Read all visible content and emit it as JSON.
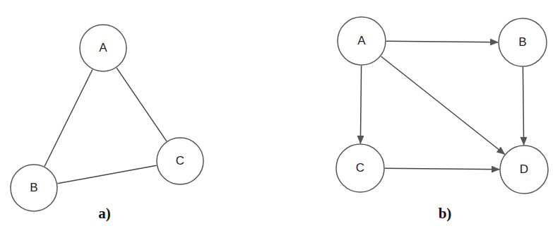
{
  "diagram": {
    "nodes": [
      {
        "text": [
          "A"
        ]
      },
      {
        "text": [
          "B"
        ]
      },
      {
        "text": [
          "C"
        ]
      },
      {
        "text": [
          "A"
        ]
      },
      {
        "text": [
          "B"
        ]
      },
      {
        "text": [
          "C"
        ]
      },
      {
        "text": [
          "D"
        ]
      }
    ],
    "edges": [
      {
        "from": 0,
        "to": 1,
        "arrow": "none"
      },
      {
        "from": 0,
        "to": 2,
        "arrow": "none"
      },
      {
        "from": 1,
        "to": 2,
        "arrow": "none"
      },
      {
        "from": 3,
        "to": 4,
        "arrow": "to"
      },
      {
        "from": 3,
        "to": 5,
        "arrow": "to"
      },
      {
        "from": 3,
        "to": 6,
        "arrow": "to"
      },
      {
        "from": 4,
        "to": 6,
        "arrow": "to"
      },
      {
        "from": 5,
        "to": 6,
        "arrow": "to"
      }
    ],
    "labels": [
      "a)",
      "b)"
    ]
  }
}
